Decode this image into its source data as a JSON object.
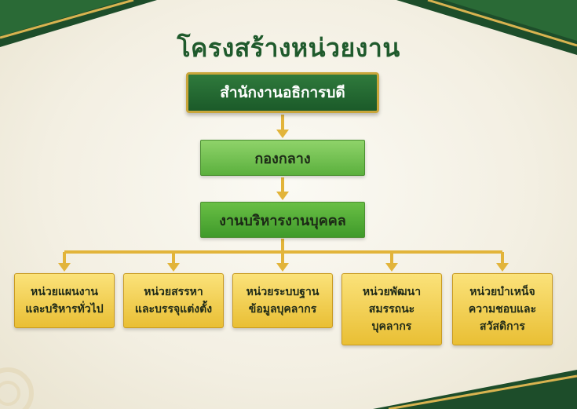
{
  "title": "โครงสร้างหน่วยงาน",
  "top": "สำนักงานอธิการบดี",
  "level2": "กองกลาง",
  "level3": "งานบริหารงานบุคคล",
  "units": [
    {
      "line1": "หน่วยแผนงาน",
      "line2": "และบริหารทั่วไป",
      "line3": ""
    },
    {
      "line1": "หน่วยสรรหา",
      "line2": "และบรรจุแต่งตั้ง",
      "line3": ""
    },
    {
      "line1": "หน่วยระบบฐาน",
      "line2": "ข้อมูลบุคลากร",
      "line3": ""
    },
    {
      "line1": "หน่วยพัฒนา",
      "line2": "สมรรถนะ",
      "line3": "บุคลากร"
    },
    {
      "line1": "หน่วยบำเหน็จ",
      "line2": "ความชอบและ",
      "line3": "สวัสดิการ"
    }
  ],
  "colors": {
    "dark_green": "#1f5a2c",
    "gold": "#d9ad2e",
    "connector": "#e2b43a"
  }
}
